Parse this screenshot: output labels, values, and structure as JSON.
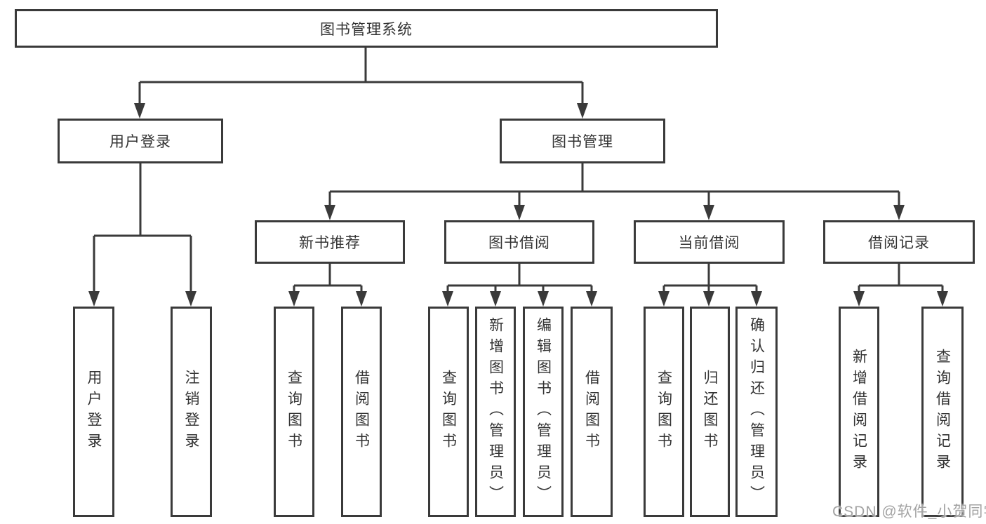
{
  "diagram": {
    "type": "hierarchy-diagram",
    "title": "图书管理系统",
    "colors": {
      "line": "#3a3a3a",
      "box_border": "#3a3a3a",
      "box_background": "#ffffff",
      "text": "#333333",
      "watermark_text": "#a2a2a2"
    },
    "watermark": "CSDN @软件_小贺同学",
    "nodes": {
      "root": {
        "label": "图书管理系统"
      },
      "user_login": {
        "label": "用户登录"
      },
      "book_mgmt": {
        "label": "图书管理"
      },
      "new_book_rec": {
        "label": "新书推荐"
      },
      "book_borrow": {
        "label": "图书借阅"
      },
      "current_borrow": {
        "label": "当前借阅"
      },
      "borrow_records": {
        "label": "借阅记录"
      },
      "leaf_user_login": {
        "label": "用户登录"
      },
      "leaf_logout": {
        "label": "注销登录"
      },
      "leaf_query_book_1": {
        "label": "查询图书"
      },
      "leaf_borrow_book_1": {
        "label": "借阅图书"
      },
      "leaf_query_book_2": {
        "label": "查询图书"
      },
      "leaf_add_book": {
        "label": "新增图书（管理员）"
      },
      "leaf_edit_book": {
        "label": "编辑图书（管理员）"
      },
      "leaf_borrow_book_2": {
        "label": "借阅图书"
      },
      "leaf_query_book_3": {
        "label": "查询图书"
      },
      "leaf_return_book": {
        "label": "归还图书"
      },
      "leaf_confirm_return": {
        "label": "确认归还（管理员）"
      },
      "leaf_add_record": {
        "label": "新增借阅记录"
      },
      "leaf_query_record": {
        "label": "查询借阅记录"
      }
    },
    "edges": [
      [
        "root",
        "user_login"
      ],
      [
        "root",
        "book_mgmt"
      ],
      [
        "user_login",
        "leaf_user_login"
      ],
      [
        "user_login",
        "leaf_logout"
      ],
      [
        "book_mgmt",
        "new_book_rec"
      ],
      [
        "book_mgmt",
        "book_borrow"
      ],
      [
        "book_mgmt",
        "current_borrow"
      ],
      [
        "book_mgmt",
        "borrow_records"
      ],
      [
        "new_book_rec",
        "leaf_query_book_1"
      ],
      [
        "new_book_rec",
        "leaf_borrow_book_1"
      ],
      [
        "book_borrow",
        "leaf_query_book_2"
      ],
      [
        "book_borrow",
        "leaf_add_book"
      ],
      [
        "book_borrow",
        "leaf_edit_book"
      ],
      [
        "book_borrow",
        "leaf_borrow_book_2"
      ],
      [
        "current_borrow",
        "leaf_query_book_3"
      ],
      [
        "current_borrow",
        "leaf_return_book"
      ],
      [
        "current_borrow",
        "leaf_confirm_return"
      ],
      [
        "borrow_records",
        "leaf_add_record"
      ],
      [
        "borrow_records",
        "leaf_query_record"
      ]
    ]
  }
}
